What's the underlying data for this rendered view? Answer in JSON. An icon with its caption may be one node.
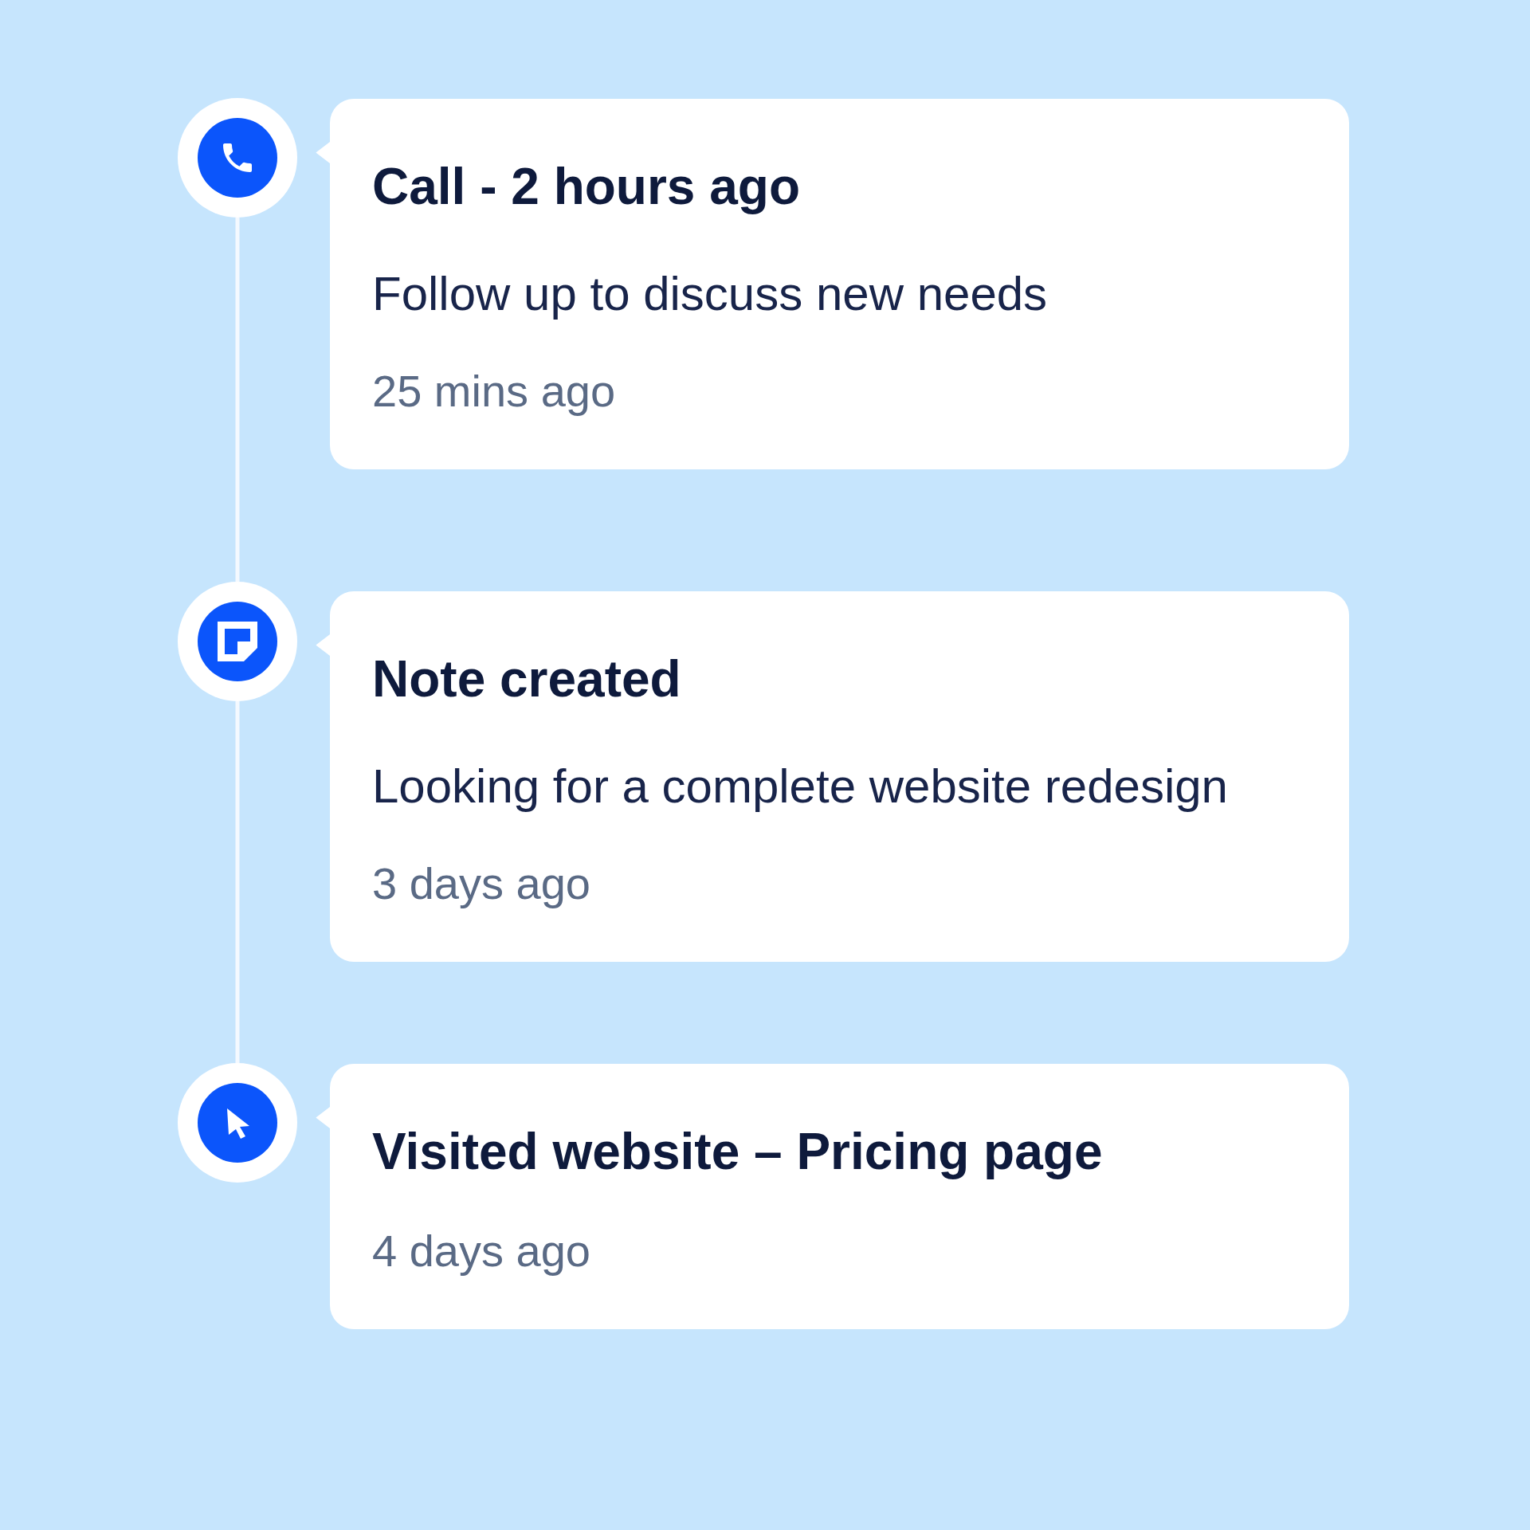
{
  "diagram": {
    "nodes": [
      {
        "text": [],
        "shape": "circle"
      },
      {
        "text": [
          "Call - 2 hours ago",
          "Follow up to discuss new needs",
          "25 mins ago"
        ]
      },
      {
        "text": [],
        "shape": "circle"
      },
      {
        "text": [
          "Note created",
          "Looking for a complete website redesign",
          "3 days ago"
        ]
      },
      {
        "text": [],
        "shape": "circle"
      },
      {
        "text": [
          "Visited website – Pricing page",
          "4 days ago"
        ]
      }
    ],
    "edges": [
      {
        "from": 0,
        "to": 2,
        "arrow": "none"
      },
      {
        "from": 2,
        "to": 4,
        "arrow": "none"
      }
    ]
  }
}
